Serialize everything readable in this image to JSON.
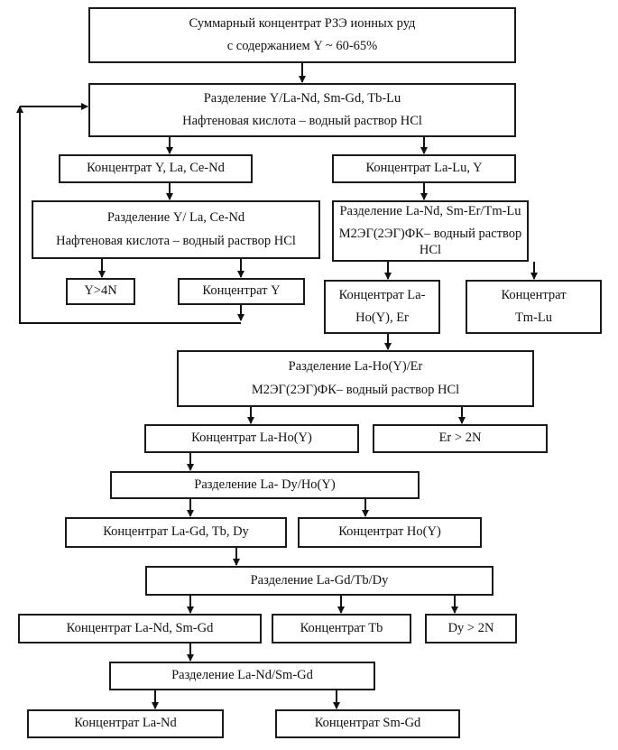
{
  "diagram": {
    "nodes": {
      "source": [
        "Суммарный концентрат РЗЭ ионных руд",
        "с содержанием Y ~ 60-65%"
      ],
      "sep1": [
        "Разделение Y/La-Nd, Sm-Gd, Tb-Lu",
        "Нафтеновая кислота – водный раствор HCl"
      ],
      "conc_y_la_ce_nd": "Концентрат Y, La, Ce-Nd",
      "conc_la_lu_y": "Концентрат La-Lu, Y",
      "sep2": [
        "Разделение Y/ La, Ce-Nd",
        "Нафтеновая кислота – водный раствор HCl"
      ],
      "sep3": [
        "Разделение La-Nd, Sm-Er/Tm-Lu",
        "М2ЭГ(2ЭГ)ФК– водный раствор HCl"
      ],
      "y_4n": "Y>4N",
      "conc_y": "Концентрат Y",
      "conc_la_ho_y_er": [
        "Концентрат La-",
        "Ho(Y), Er"
      ],
      "conc_tm_lu": [
        "Концентрат",
        "Tm-Lu"
      ],
      "sep4": [
        "Разделение La-Ho(Y)/Er",
        "М2ЭГ(2ЭГ)ФК– водный раствор HCl"
      ],
      "conc_la_ho_y": "Концентрат La-Ho(Y)",
      "er_2n": "Er > 2N",
      "sep5": "Разделение La- Dy/Ho(Y)",
      "conc_la_gd_tb_dy": "Концентрат La-Gd, Tb, Dy",
      "conc_ho_y": "Концентрат Ho(Y)",
      "sep6": "Разделение La-Gd/Tb/Dy",
      "conc_la_nd_sm_gd": "Концентрат La-Nd, Sm-Gd",
      "conc_tb": "Концентрат Tb",
      "dy_2n": "Dy > 2N",
      "sep7": "Разделение La-Nd/Sm-Gd",
      "conc_la_nd": "Концентрат La-Nd",
      "conc_sm_gd": "Концентрат  Sm-Gd"
    },
    "edges": [
      [
        "source",
        "sep1"
      ],
      [
        "sep1",
        "conc_y_la_ce_nd"
      ],
      [
        "sep1",
        "conc_la_lu_y"
      ],
      [
        "conc_y_la_ce_nd",
        "sep2"
      ],
      [
        "conc_la_lu_y",
        "sep3"
      ],
      [
        "sep2",
        "y_4n"
      ],
      [
        "sep2",
        "conc_y"
      ],
      [
        "conc_y",
        "sep1"
      ],
      [
        "sep3",
        "conc_la_ho_y_er"
      ],
      [
        "sep3",
        "conc_tm_lu"
      ],
      [
        "conc_la_ho_y_er",
        "sep4"
      ],
      [
        "sep4",
        "conc_la_ho_y"
      ],
      [
        "sep4",
        "er_2n"
      ],
      [
        "conc_la_ho_y",
        "sep5"
      ],
      [
        "sep5",
        "conc_la_gd_tb_dy"
      ],
      [
        "sep5",
        "conc_ho_y"
      ],
      [
        "conc_la_gd_tb_dy",
        "sep6"
      ],
      [
        "sep6",
        "conc_la_nd_sm_gd"
      ],
      [
        "sep6",
        "conc_tb"
      ],
      [
        "sep6",
        "dy_2n"
      ],
      [
        "conc_la_nd_sm_gd",
        "sep7"
      ],
      [
        "sep7",
        "conc_la_nd"
      ],
      [
        "sep7",
        "conc_sm_gd"
      ]
    ]
  }
}
